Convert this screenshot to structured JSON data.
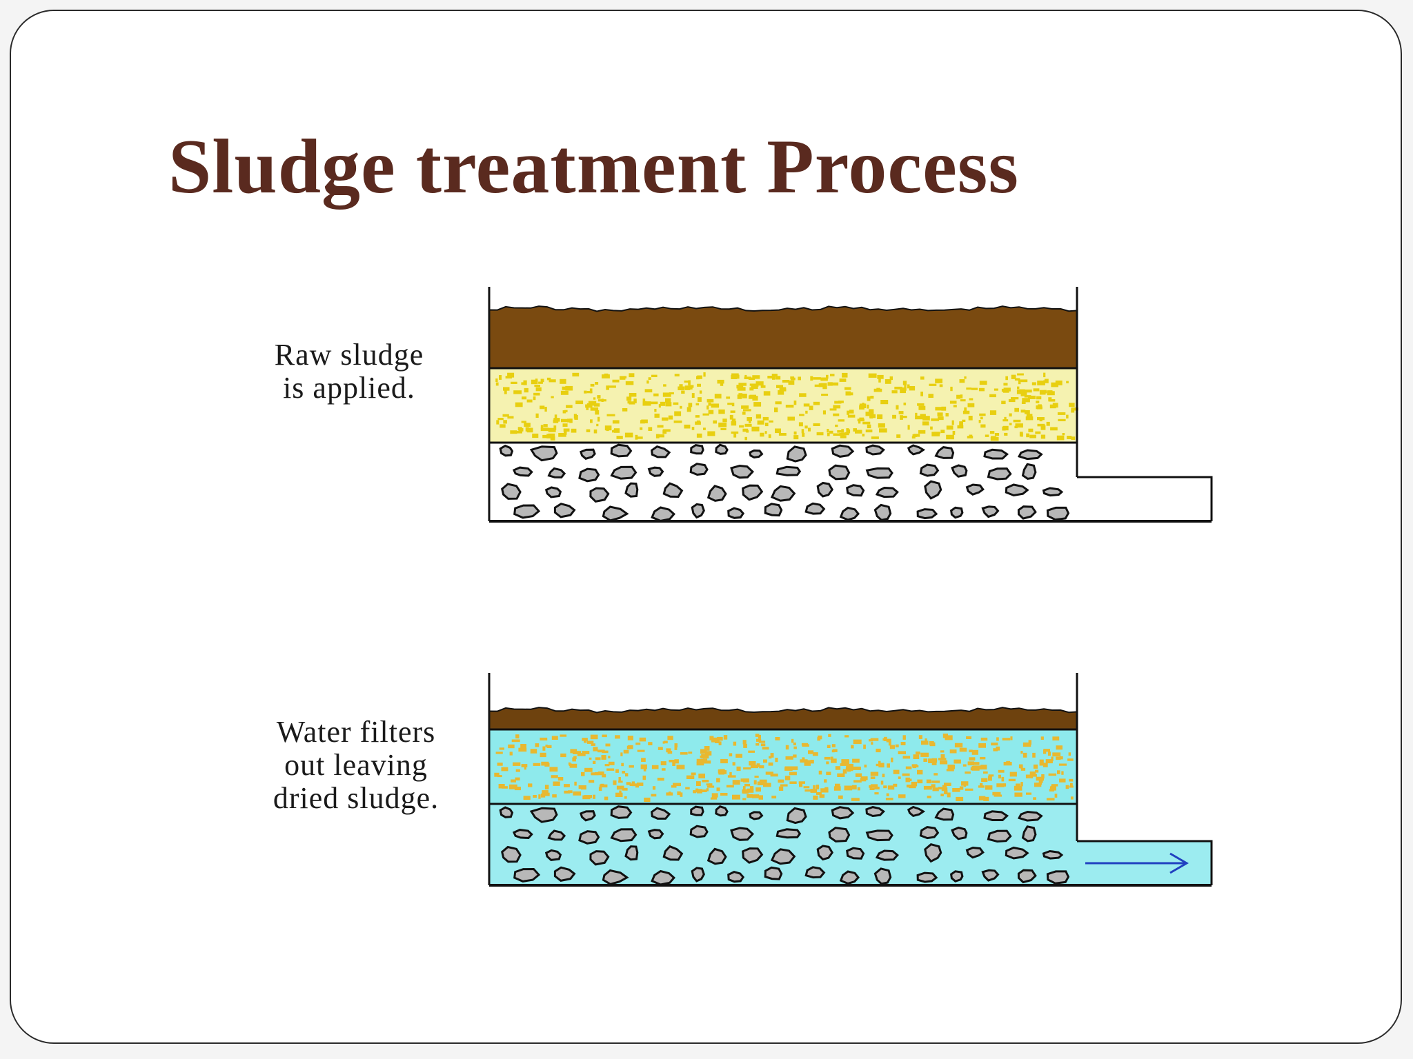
{
  "slide": {
    "title": "Sludge treatment Process",
    "title_color": "#5a2a1f"
  },
  "panels": [
    {
      "id": "applied",
      "label_lines": [
        "Raw sludge",
        "is applied."
      ],
      "sludge_color": "#7a4a10",
      "sand_color": "#f5f2b0",
      "sand_speck_color": "#e8cf10",
      "gravel_bg": "#ffffff",
      "water": false
    },
    {
      "id": "filtered",
      "label_lines": [
        "Water filters",
        "out leaving",
        "dried sludge."
      ],
      "sludge_color": "#6e420e",
      "sand_color": "#8eeaec",
      "sand_speck_color": "#e8b830",
      "gravel_bg": "#9cecf0",
      "water": true,
      "arrow_color": "#2040c0"
    }
  ],
  "icons": {
    "gravel_stone_color": "#b8b8b8",
    "outline_color": "#111111"
  }
}
